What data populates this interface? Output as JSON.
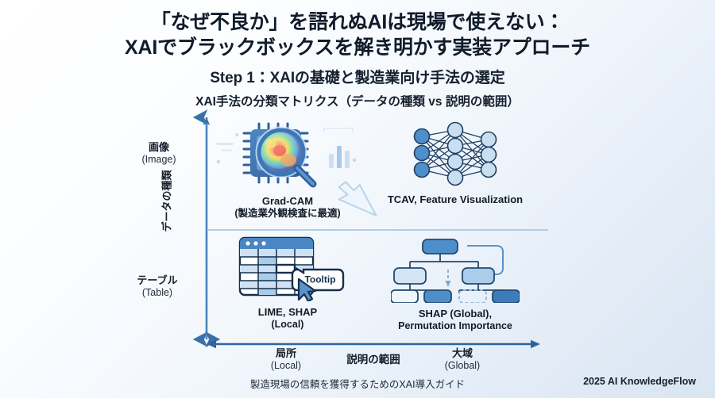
{
  "slide": {
    "title_line1": "「なぜ不良か」を語れぬAIは現場で使えない：",
    "title_line2": "XAIでブラックボックスを解き明かす実装アプローチ",
    "step_subtitle": "Step 1：XAIの基礎と製造業向け手法の選定",
    "matrix_heading": "XAI手法の分類マトリクス（データの種類 vs 説明の範囲）"
  },
  "axes": {
    "y_axis_title": "データの種類",
    "y_top_jp": "画像",
    "y_top_en": "(Image)",
    "y_bottom_jp": "テーブル",
    "y_bottom_en": "(Table)",
    "x_axis_title": "説明の範囲",
    "x_left_jp": "局所",
    "x_left_en": "(Local)",
    "x_right_jp": "大域",
    "x_right_en": "(Global)"
  },
  "quadrants": {
    "top_left": {
      "label": "Grad-CAM",
      "sublabel": "(製造業外観検査に最適)",
      "icon": "chip-magnifier-heatmap-icon"
    },
    "top_right": {
      "label": "TCAV, Feature Visualization",
      "sublabel": "",
      "icon": "neural-network-icon"
    },
    "bottom_left": {
      "label": "LIME, SHAP",
      "sublabel": "(Local)",
      "icon": "spreadsheet-tooltip-icon",
      "tooltip_text": "Tooltip"
    },
    "bottom_right": {
      "label": "SHAP (Global),",
      "sublabel": "Permutation Importance",
      "icon": "tree-hierarchy-icon"
    }
  },
  "footer": {
    "center": "製造現場の信頼を獲得するためのXAI導入ガイド",
    "right": "2025 AI KnowledgeFlow"
  },
  "colors": {
    "accent_blue": "#2f6ca8",
    "deep_navy": "#1b3a5c",
    "axis_blue": "#4a86bd",
    "title_ink": "#101b2b",
    "bg_start": "#ffffff",
    "bg_end": "#d9e5f2"
  },
  "chart_data": {
    "type": "table",
    "title": "XAI手法の分類マトリクス（データの種類 vs 説明の範囲）",
    "xlabel": "説明の範囲",
    "ylabel": "データの種類",
    "x_categories": [
      "局所 (Local)",
      "大域 (Global)"
    ],
    "y_categories": [
      "画像 (Image)",
      "テーブル (Table)"
    ],
    "cells": [
      {
        "row": "画像 (Image)",
        "col": "局所 (Local)",
        "value": "Grad-CAM (製造業外観検査に最適)"
      },
      {
        "row": "画像 (Image)",
        "col": "大域 (Global)",
        "value": "TCAV, Feature Visualization"
      },
      {
        "row": "テーブル (Table)",
        "col": "局所 (Local)",
        "value": "LIME, SHAP (Local)"
      },
      {
        "row": "テーブル (Table)",
        "col": "大域 (Global)",
        "value": "SHAP (Global), Permutation Importance"
      }
    ],
    "grid": true,
    "legend": "none"
  }
}
